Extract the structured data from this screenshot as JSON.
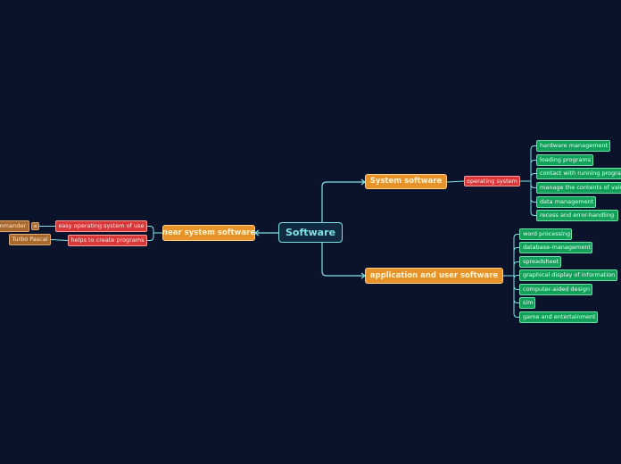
{
  "root": {
    "label": "Software"
  },
  "system": {
    "label": "System software",
    "os": {
      "label": "operating system",
      "items": [
        "hardware management",
        "loading programs",
        "contact with running programs",
        "manage the contents of values",
        "data management",
        "recess and error-handling"
      ]
    }
  },
  "application": {
    "label": "application and user software",
    "items": [
      "word processing",
      "database-management",
      "spreadsheet",
      "graphical display of information",
      "computer-aided design",
      "sim",
      "game and entertainment"
    ]
  },
  "near": {
    "label": "near system software",
    "easy": {
      "label": "easy operating system of use",
      "child": "ommander",
      "badge": "≡"
    },
    "helps": {
      "label": "helps to create programs",
      "child": "Turbo Pascal"
    }
  },
  "colors": {
    "background": "#0b132b",
    "connector": "#7fe3e6",
    "main_topic": "#e8932a",
    "subtopic": "#d93838",
    "leaf": "#12a05a",
    "brown": "#a8692e"
  }
}
